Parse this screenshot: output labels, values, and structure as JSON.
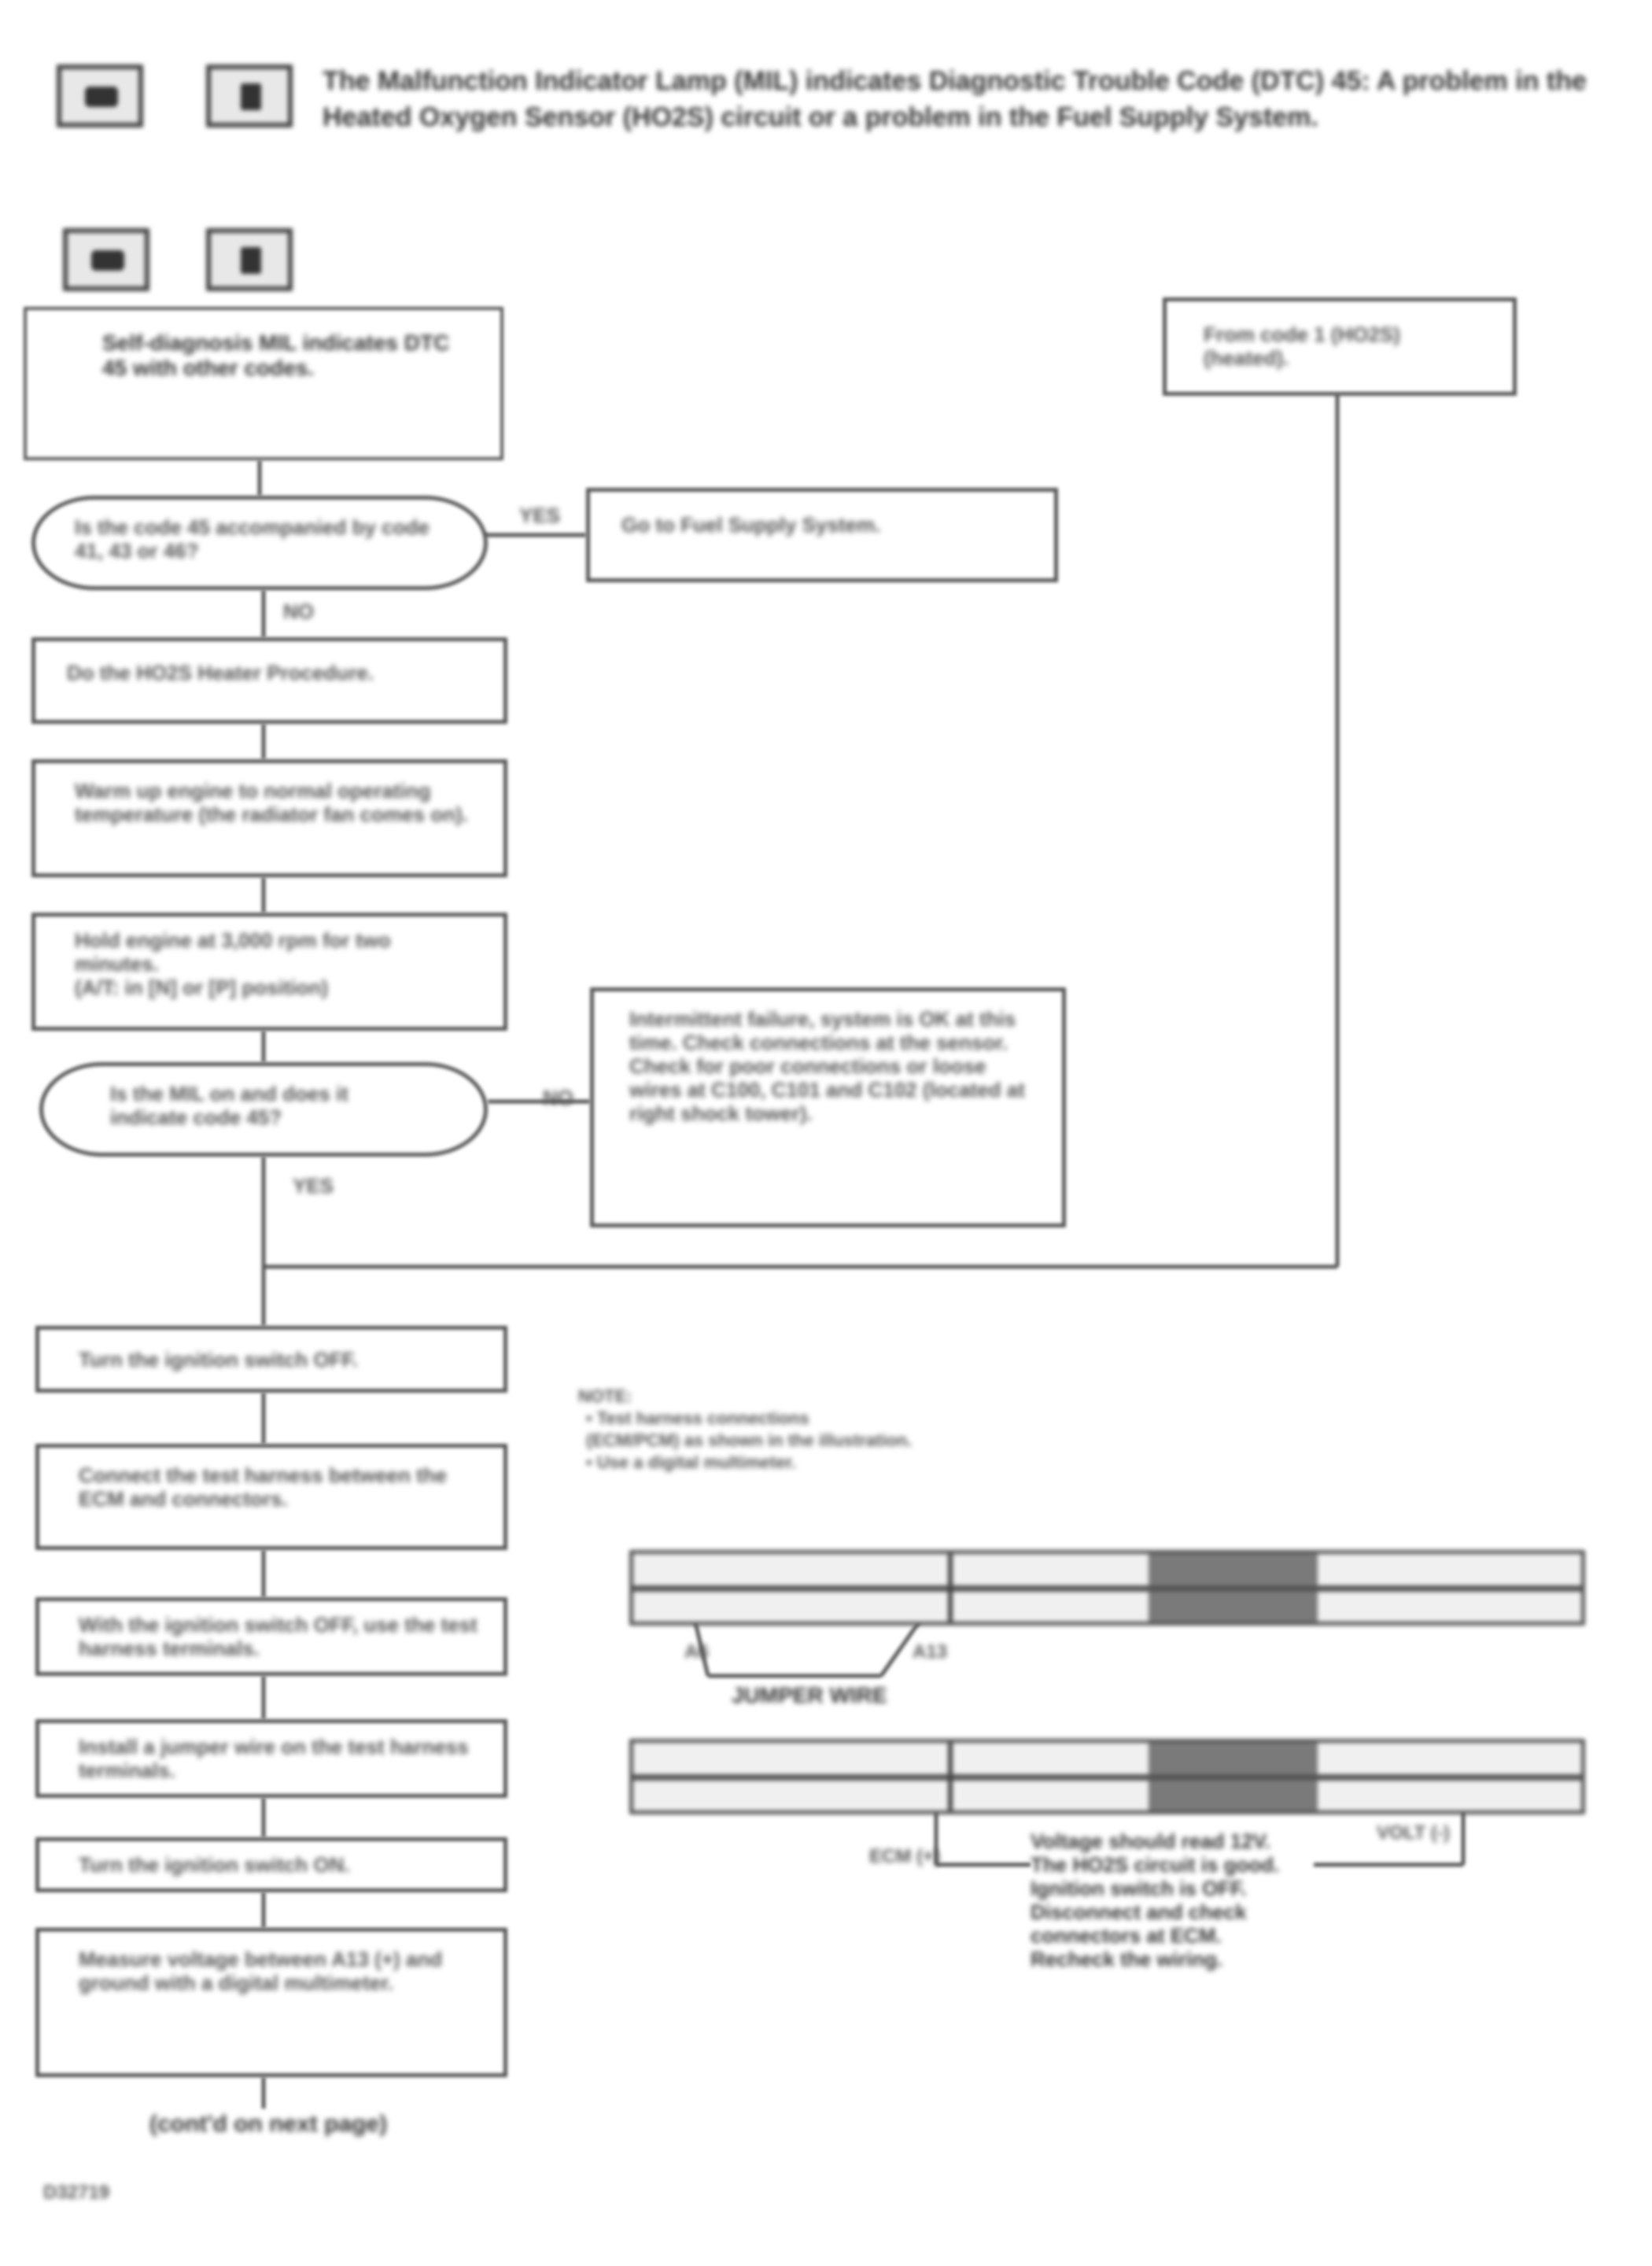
{
  "header": {
    "icon_left": "engine-icon",
    "icon_right": "key-icon",
    "text": "The Malfunction Indicator Lamp (MIL) indicates Diagnostic Trouble Code (DTC) 45: A problem in the Heated Oxygen Sensor (HO2S) circuit or a problem in the Fuel Supply System."
  },
  "subheader": {
    "icon_left": "engine-icon",
    "icon_right": "key-icon"
  },
  "flow": {
    "start": "Self-diagnosis MIL indicates DTC 45 with other codes.",
    "top_right": "From code 1 (HO2S) (heated).",
    "q1": "Is the code 45 accompanied by code 41, 43 or 46?",
    "q1_yes_label": "YES",
    "q1_yes_box": "Go to Fuel Supply System.",
    "q1_no_label": "NO",
    "step1": "Do the HO2S Heater Procedure.",
    "step2": "Warm up engine to normal operating temperature (the radiator fan comes on).",
    "step3": "Hold engine at 3,000 rpm for two minutes.\n(A/T: in [N] or [P] position)",
    "q2": "Is the MIL on and does it indicate code 45?",
    "q2_no_label": "NO",
    "q2_no_box": "Intermittent failure, system is OK at this time. Check connections at the sensor.\nCheck for poor connections or loose wires at C100, C101 and C102 (located at right shock tower).",
    "q2_yes_label": "YES",
    "step4": "Turn the ignition switch OFF.",
    "step5": "Connect the test harness between the ECM and connectors.",
    "step6": "With the ignition switch OFF, use the test harness terminals.",
    "step7": "Install a jumper wire on the test harness terminals.",
    "step8": "Turn the ignition switch ON.",
    "step9": "Measure voltage between A13 (+) and ground with a digital multimeter.",
    "footer": "(cont'd on next page)",
    "code": "D32719"
  },
  "notes": {
    "title": "NOTE:",
    "line1": "• Test harness connections",
    "line2": "  (ECM/PCM) as shown in the illustration.",
    "line3": "• Use a digital multimeter."
  },
  "diagram": {
    "bar1_label": "JUMPER WIRE",
    "bar1_left_tick": "A6",
    "bar1_right_tick": "A13",
    "bar2_left_label": "ECM (+)",
    "bar2_right_label": "VOLT (-)",
    "bar2_caption": "Voltage should read 12V.\nThe HO2S circuit is good.\nIgnition switch is OFF.\nDisconnect and check connectors at ECM.\nRecheck the wiring."
  }
}
